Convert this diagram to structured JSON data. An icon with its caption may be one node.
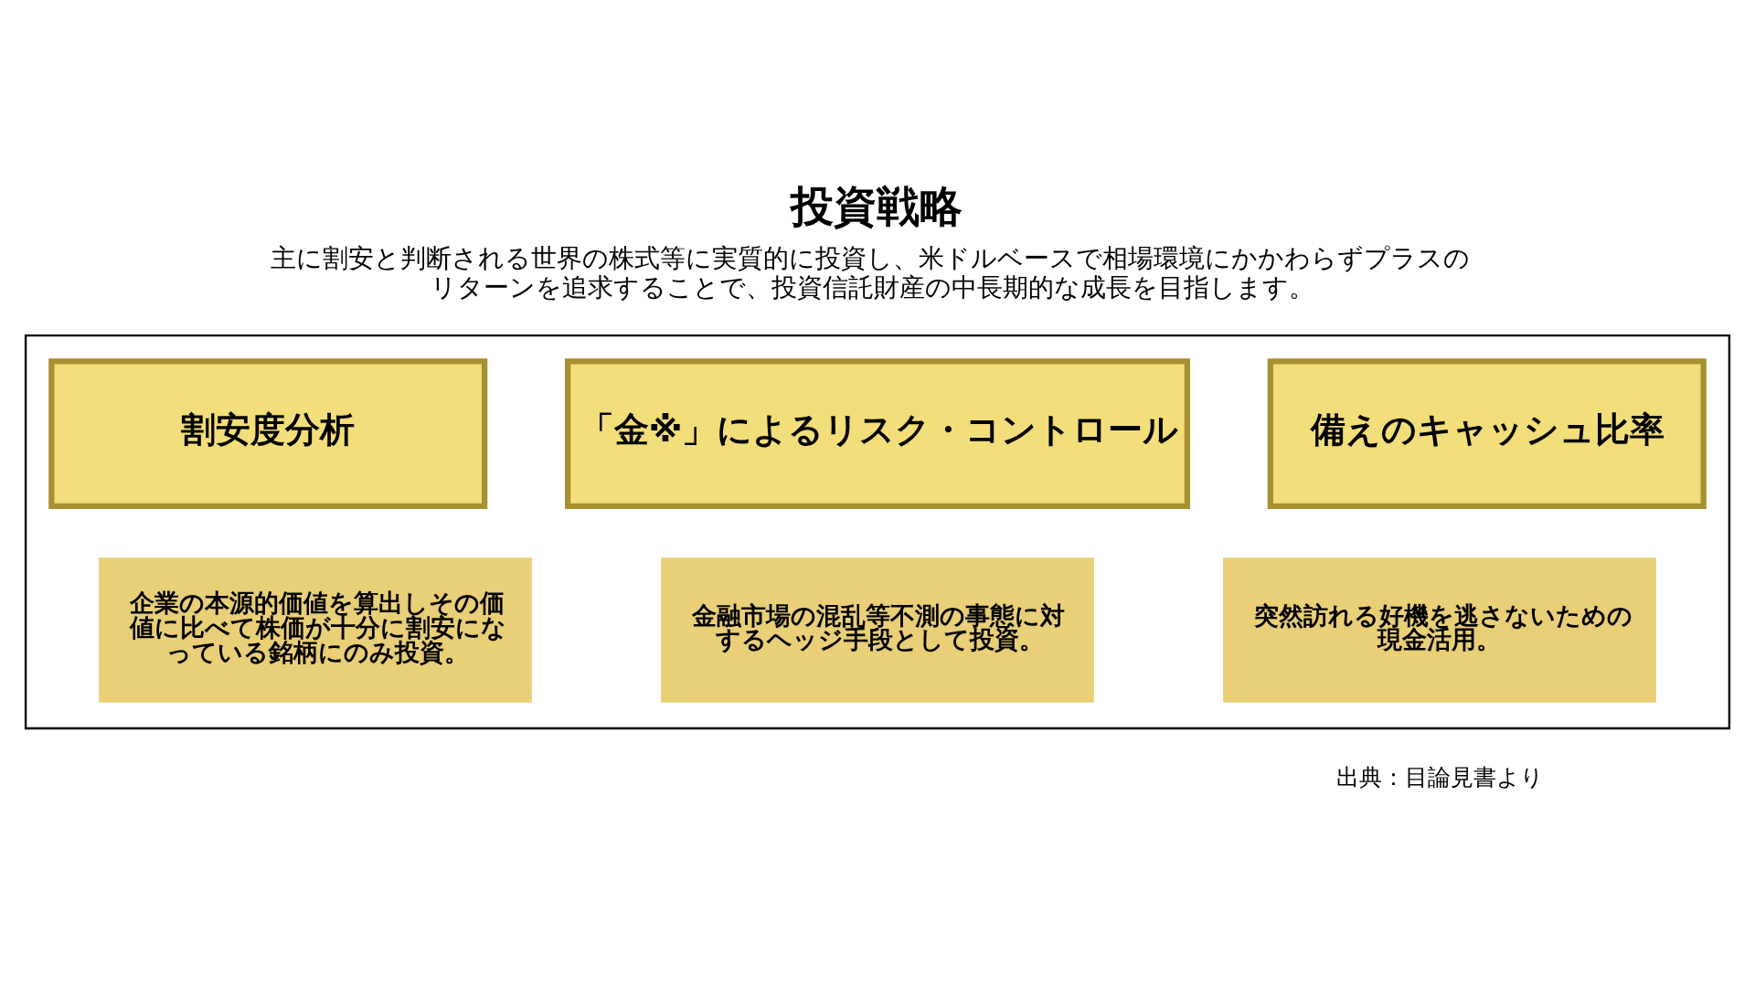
{
  "diagram": {
    "title": "投資戦略",
    "nodes": [
      {
        "text": [],
        "shape": "box"
      },
      {
        "text": [
          "割安度分析"
        ],
        "in": 0
      },
      {
        "text": [
          "企業の本源的価値を算出しその価値に比べて株価が十分に割安になっている銘柄にのみ投資。"
        ],
        "in": 0
      },
      {
        "text": [
          "「金※」によるリスク・コントロール"
        ],
        "in": 0
      },
      {
        "text": [
          "金融市場の混乱等不測の事態に対するヘッジ手段として投資。"
        ],
        "in": 0
      },
      {
        "text": [
          "備えのキャッシュ比率"
        ],
        "in": 0
      },
      {
        "text": [
          "突然訪れる好機を逃さないための現金活用。"
        ],
        "in": 0
      }
    ],
    "edges": [],
    "labels": [
      "主に割安と判断される世界の株式等に実質的に投資し、米ドルベースで相場環境にかかわらずプラスのリターンを追求することで、投資信託財産の中長期的な成長を目指します。",
      "出典：目論見書より"
    ]
  }
}
